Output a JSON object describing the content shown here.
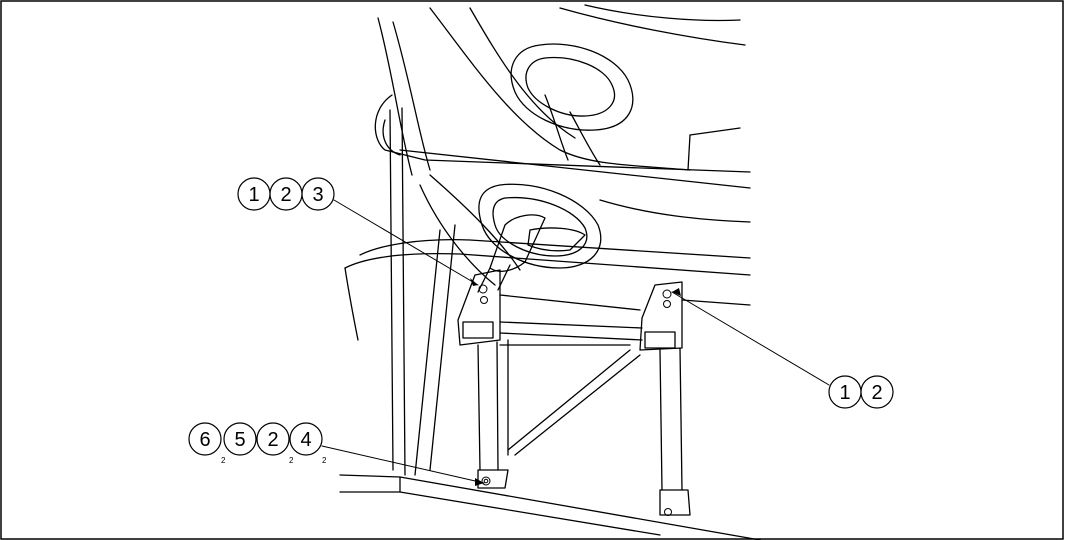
{
  "callouts": [
    {
      "id": "A",
      "items": [
        {
          "num": "1",
          "sub": ""
        },
        {
          "num": "2",
          "sub": ""
        },
        {
          "num": "3",
          "sub": ""
        }
      ]
    },
    {
      "id": "B",
      "items": [
        {
          "num": "1",
          "sub": ""
        },
        {
          "num": "2",
          "sub": ""
        }
      ]
    },
    {
      "id": "C",
      "items": [
        {
          "num": "6",
          "sub": "2"
        },
        {
          "num": "5",
          "sub": ""
        },
        {
          "num": "2",
          "sub": "2"
        },
        {
          "num": "4",
          "sub": "2"
        }
      ]
    }
  ]
}
